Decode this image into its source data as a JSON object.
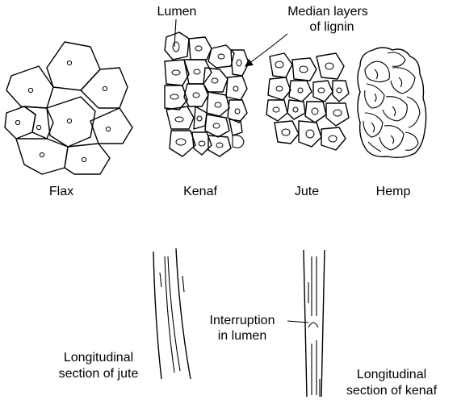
{
  "labels": {
    "lumen": "Lumen",
    "median_layers_1": "Median layers",
    "median_layers_2": "of lignin",
    "flax": "Flax",
    "kenaf": "Kenaf",
    "jute": "Jute",
    "hemp": "Hemp",
    "interruption_1": "Interruption",
    "interruption_2": "in lumen",
    "long_jute_1": "Longitudinal",
    "long_jute_2": "section of jute",
    "long_kenaf_1": "Longitudinal",
    "long_kenaf_2": "section of kenaf"
  }
}
